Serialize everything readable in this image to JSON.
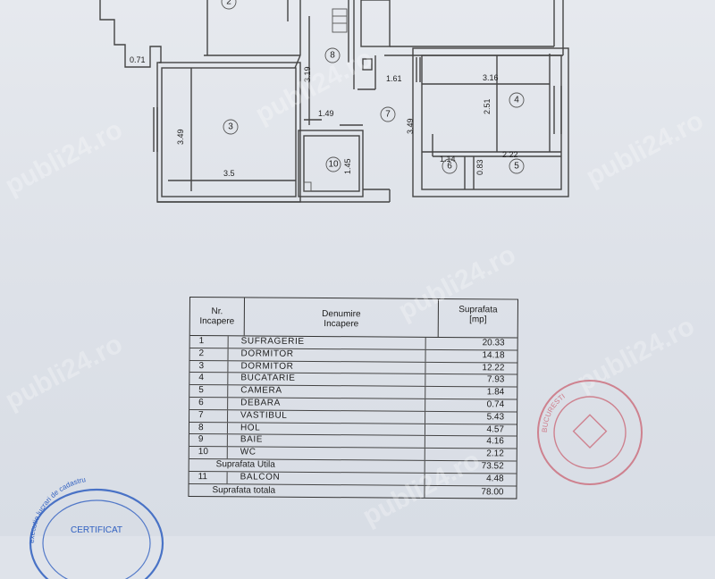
{
  "plan": {
    "dimensions": [
      "0.71",
      "3.19",
      "3.49",
      "3.5",
      "1.49",
      "1.45",
      "1.61",
      "3.16",
      "2.51",
      "3.49",
      "2.22",
      "1.14",
      "0.83"
    ],
    "room_numbers": [
      "2",
      "8",
      "3",
      "10",
      "7",
      "4",
      "6",
      "5"
    ]
  },
  "table": {
    "header": {
      "nr_line1": "Nr.",
      "nr_line2": "Incapere",
      "name_line1": "Denumire",
      "name_line2": "Incapere",
      "area_line1": "Suprafata",
      "area_line2": "[mp]"
    },
    "rows": [
      {
        "nr": "1",
        "name": "SUFRAGERIE",
        "area": "20.33"
      },
      {
        "nr": "2",
        "name": "DORMITOR",
        "area": "14.18"
      },
      {
        "nr": "3",
        "name": "DORMITOR",
        "area": "12.22"
      },
      {
        "nr": "4",
        "name": "BUCATARIE",
        "area": "7.93"
      },
      {
        "nr": "5",
        "name": "CAMERA",
        "area": "1.84"
      },
      {
        "nr": "6",
        "name": "DEBARA",
        "area": "0.74"
      },
      {
        "nr": "7",
        "name": "VASTIBUL",
        "area": "5.43"
      },
      {
        "nr": "8",
        "name": "HOL",
        "area": "4.57"
      },
      {
        "nr": "9",
        "name": "BAIE",
        "area": "4.16"
      },
      {
        "nr": "10",
        "name": "WC",
        "area": "2.12"
      }
    ],
    "util_label": "Suprafata Utila",
    "util_area": "73.52",
    "balcon_nr": "11",
    "balcon_name": "BALCON",
    "balcon_area": "4.48",
    "total_label": "Suprafata totala",
    "total_area": "78.00"
  },
  "watermark": "publi24.ro",
  "stamps": {
    "blue_text": "CERTIFICAT",
    "blue_arc": "executie lucrari de cadastru",
    "red_arc": "BUCURESTI"
  }
}
